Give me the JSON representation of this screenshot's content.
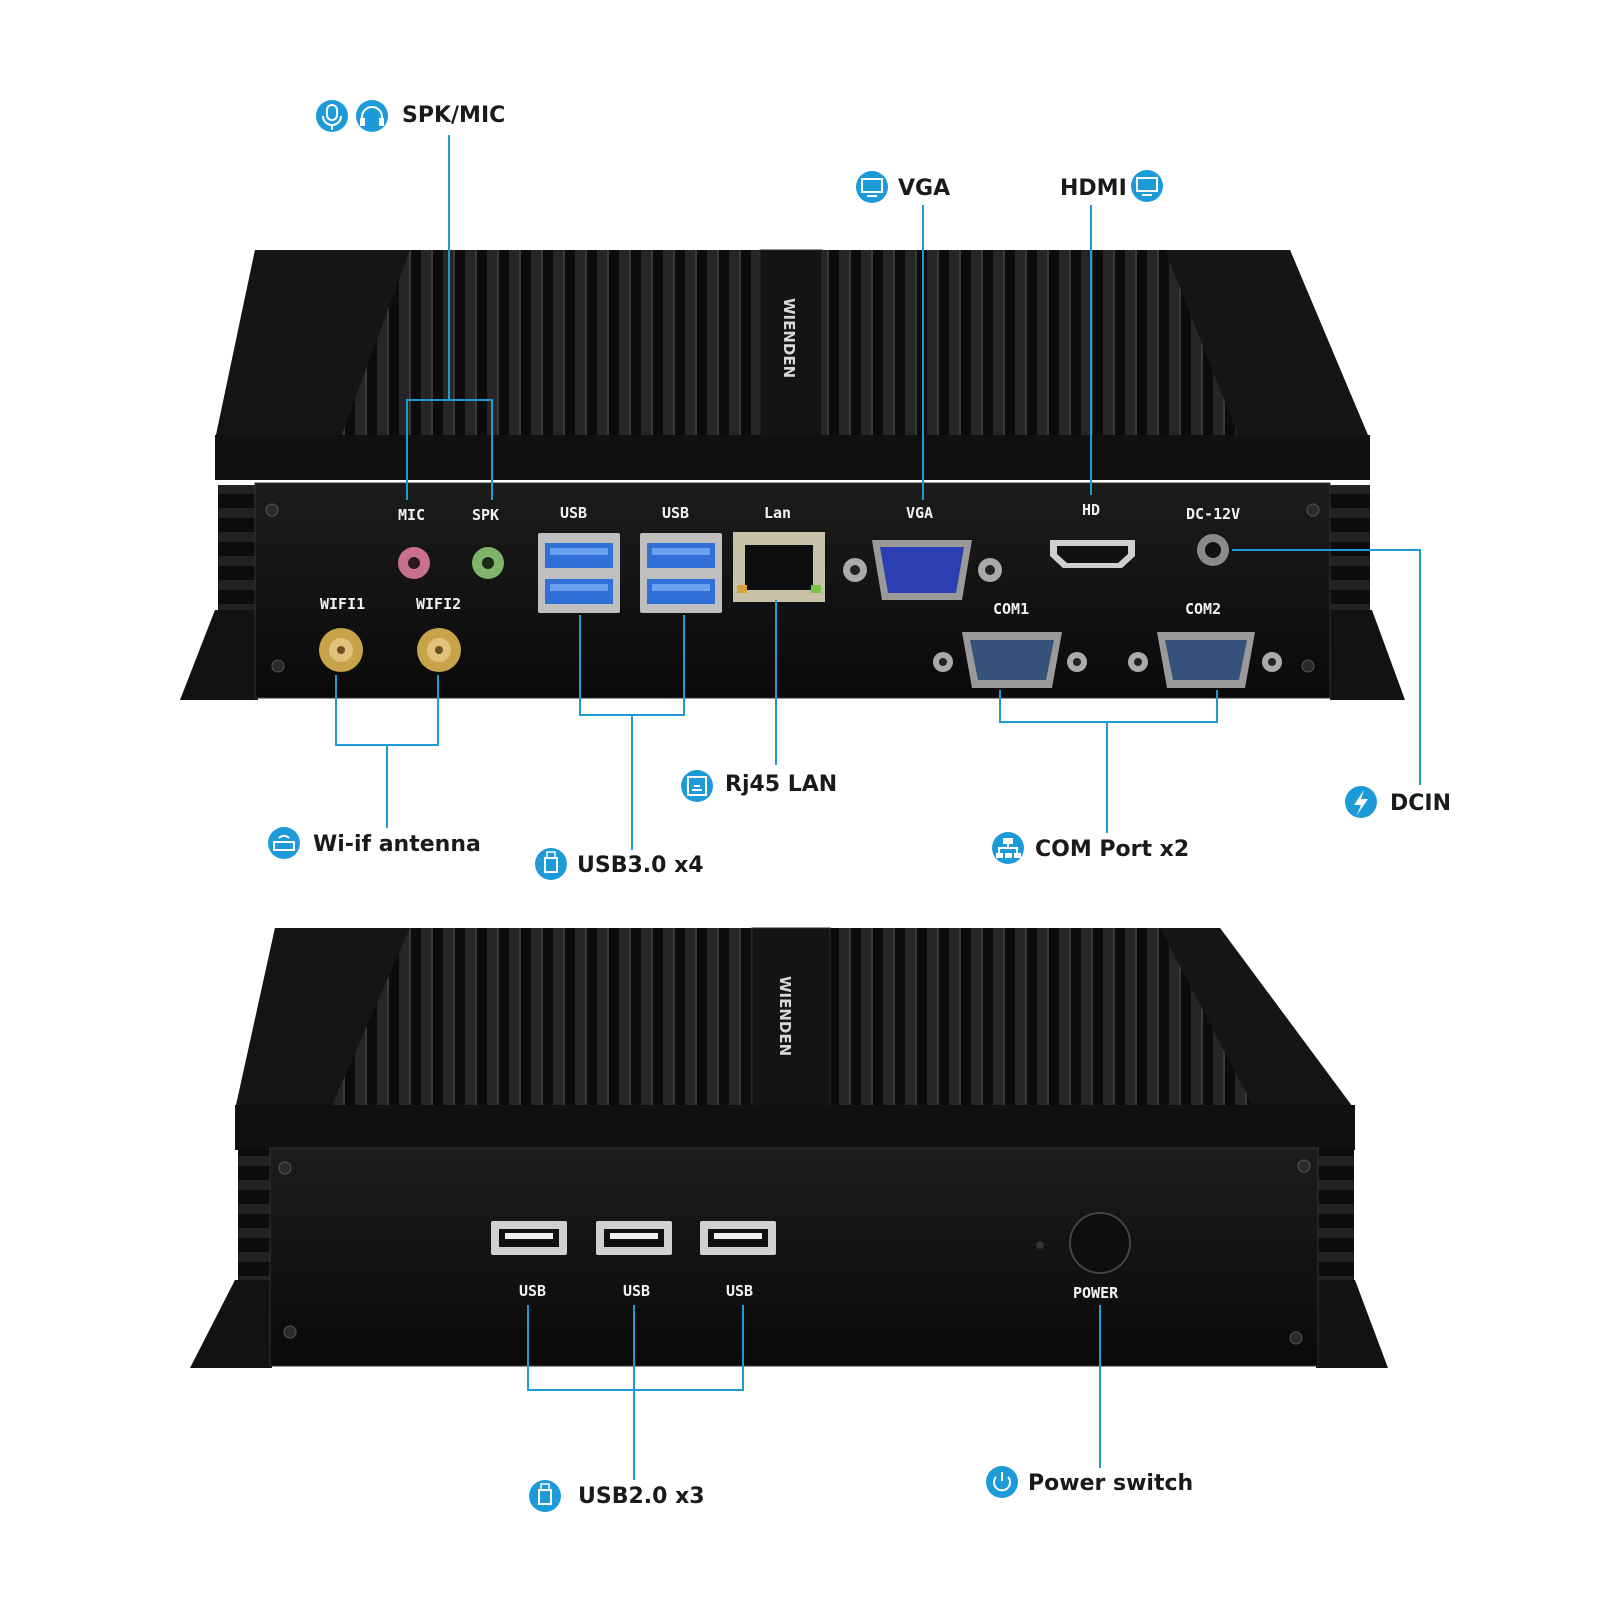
{
  "callouts": {
    "spk_mic": "SPK/MIC",
    "vga": "VGA",
    "hdmi": "HDMI",
    "wifi_antenna": "Wi-if antenna",
    "usb30": "USB3.0 x4",
    "rj45": "Rj45 LAN",
    "com_ports": "COM Port x2",
    "dcin": "DCIN",
    "usb20": "USB2.0 x3",
    "power_switch": "Power switch"
  },
  "rear_panel": {
    "mic": "MIC",
    "spk": "SPK",
    "usb_a": "USB",
    "usb_b": "USB",
    "lan": "Lan",
    "vga": "VGA",
    "hd": "HD",
    "dc": "DC-12V",
    "wifi1": "WIFI1",
    "wifi2": "WIFI2",
    "com1": "COM1",
    "com2": "COM2"
  },
  "front_panel": {
    "usb_1": "USB",
    "usb_2": "USB",
    "usb_3": "USB",
    "power": "POWER"
  },
  "brand": "WIENDEN",
  "colors": {
    "accent": "#1d9bd9",
    "chassis": "#111111",
    "port_blue": "#2f6fd6",
    "mic_pink": "#c9708f",
    "spk_green": "#7fb36a",
    "gold": "#c9a34a"
  },
  "icons": [
    "microphone-icon",
    "headphones-icon",
    "monitor-icon",
    "router-icon",
    "usb-stick-icon",
    "ethernet-icon",
    "network-tree-icon",
    "lightning-icon",
    "power-icon"
  ]
}
